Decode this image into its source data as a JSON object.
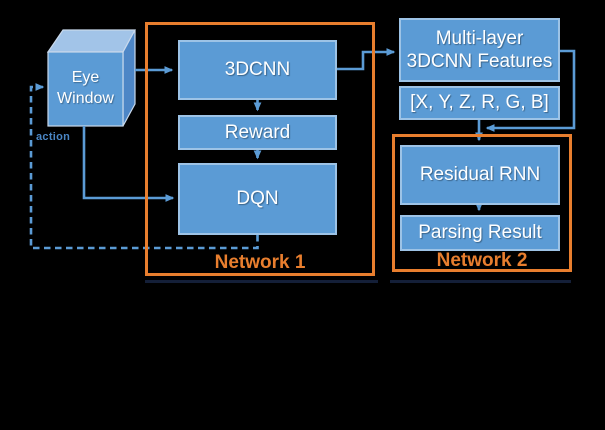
{
  "colors": {
    "background": "#000000",
    "node_fill": "#5B9BD5",
    "node_border": "#9DC3E6",
    "node_text": "#FFFFFF",
    "arrow_blue": "#5B9BD5",
    "group_orange": "#E87E2E",
    "action_blue": "#4A86C5",
    "cube_top": "#A2C4E8",
    "cube_right": "#4D86C6"
  },
  "nodes": {
    "eye_window": {
      "line1": "Eye",
      "line2": "Window"
    },
    "three_dcnn": {
      "label": "3DCNN"
    },
    "reward": {
      "label": "Reward"
    },
    "dqn": {
      "label": "DQN"
    },
    "features": {
      "line1": "Multi-layer",
      "line2": "3DCNN Features"
    },
    "coords": {
      "label": "[X, Y, Z, R, G, B]"
    },
    "residual_rnn": {
      "label": "Residual RNN"
    },
    "parsing_result": {
      "label": "Parsing Result"
    }
  },
  "groups": {
    "network1": {
      "label": "Network 1"
    },
    "network2": {
      "label": "Network 2"
    }
  },
  "annotations": {
    "action": "action"
  }
}
